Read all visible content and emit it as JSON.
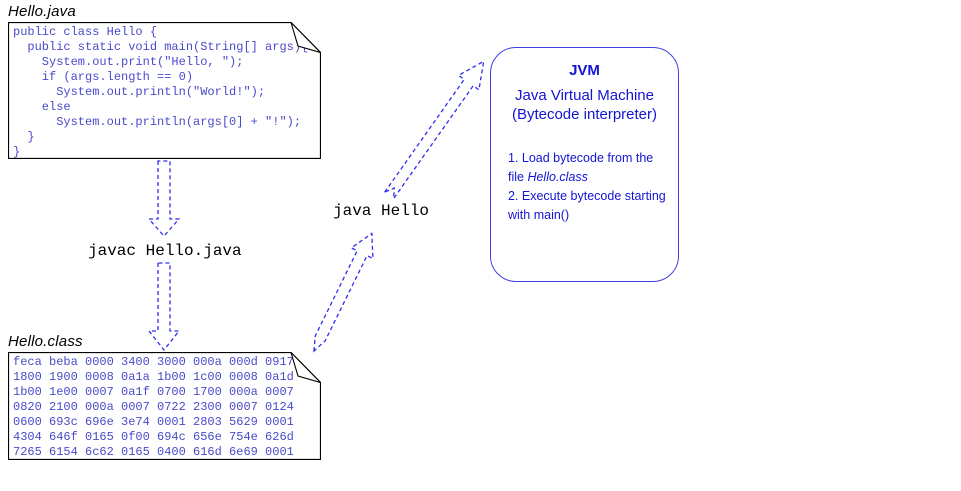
{
  "source_file": {
    "title": "Hello.java",
    "code_lines": [
      "public class Hello {",
      "  public static void main(String[] args){",
      "    System.out.print(\"Hello, \");",
      "    if (args.length == 0)",
      "      System.out.println(\"World!\");",
      "    else",
      "      System.out.println(args[0] + \"!\");",
      "  }",
      "}"
    ]
  },
  "class_file": {
    "title": "Hello.class",
    "hex_lines": [
      "feca beba 0000 3400 3000 000a 000d 0917",
      "1800 1900 0008 0a1a 1b00 1c00 0008 0a1d",
      "1b00 1e00 0007 0a1f 0700 1700 000a 0007",
      "0820 2100 000a 0007 0722 2300 0007 0124",
      "0600 693c 696e 3e74 0001 2803 5629 0001",
      "4304 646f 0165 0f00 694c 656e 754e 626d",
      "7265 6154 6c62 0165 0400 616d 6e69 0001"
    ]
  },
  "commands": {
    "compile": "javac Hello.java",
    "run": "java Hello"
  },
  "jvm": {
    "title": "JVM",
    "subtitle_line1": "Java Virtual Machine",
    "subtitle_line2": "(Bytecode interpreter)",
    "step1_text": "1. Load bytecode from the file ",
    "step1_filename": "Hello.class",
    "step2_text": "2. Execute bytecode starting with main()"
  },
  "colors": {
    "code_text": "#4a4acc",
    "jvm_text": "#1414d6",
    "jvm_border": "#4040e0",
    "arrow": "#2d2df0",
    "box_border": "#000000",
    "label_text": "#000000"
  }
}
